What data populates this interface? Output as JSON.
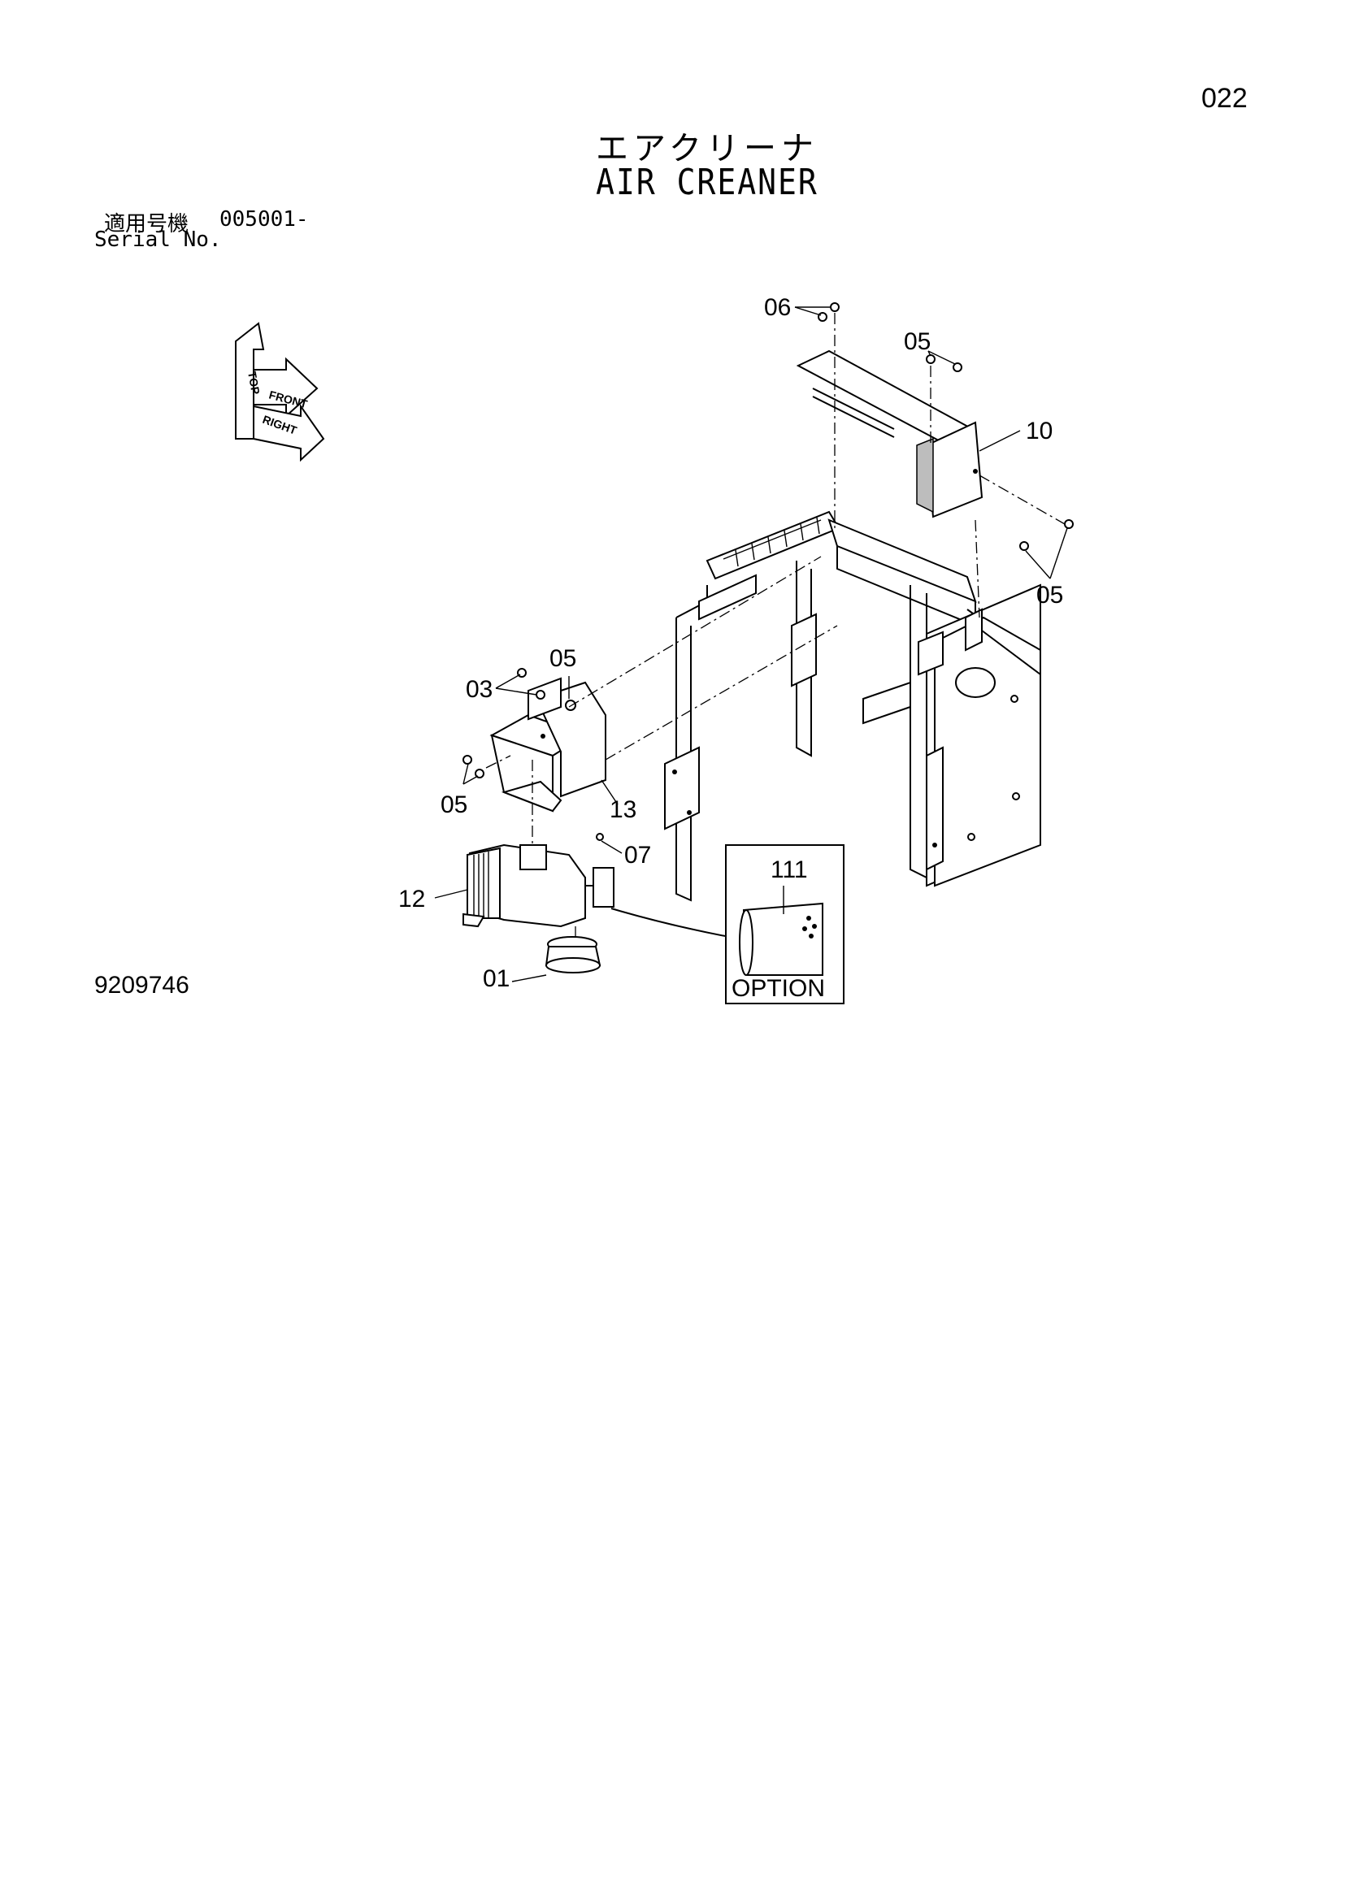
{
  "header": {
    "page_number": "022",
    "title_ja": "エアクリーナ",
    "title_en": "AIR CREANER",
    "serial_label_ja": "適用号機",
    "serial_value": "005001-",
    "serial_label_en": "Serial No."
  },
  "footer": {
    "drawing_number": "9209746"
  },
  "direction_indicator": {
    "labels": [
      "TOP",
      "FRONT",
      "RIGHT"
    ]
  },
  "callouts": {
    "c06_top": "06",
    "c05_top": "05",
    "c10": "10",
    "c05_right": "05",
    "c05_mid": "05",
    "c03": "03",
    "c05_left": "05",
    "c13": "13",
    "c07": "07",
    "c12": "12",
    "c01": "01"
  },
  "option_box": {
    "part": "111",
    "label": "OPTION"
  }
}
